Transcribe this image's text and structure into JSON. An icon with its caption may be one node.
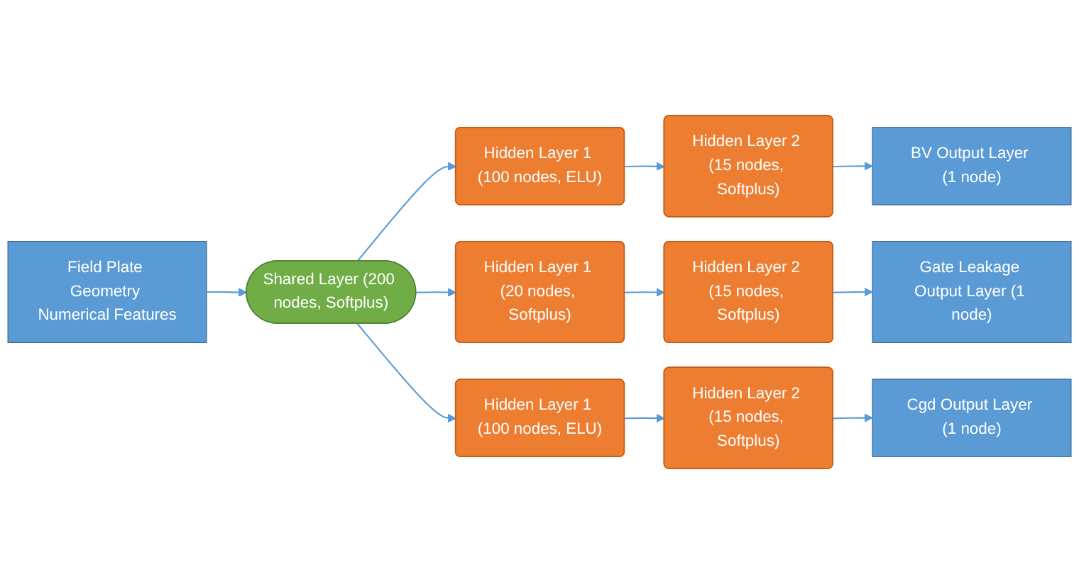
{
  "diagram": {
    "nodes": [
      {
        "text": [
          "Field Plate Geometry Numerical Features"
        ]
      },
      {
        "text": [
          "Shared Layer (200 nodes, Softplus)"
        ]
      },
      {
        "text": [
          "Hidden Layer 1 (100 nodes, ELU)"
        ]
      },
      {
        "text": [
          "Hidden Layer 2 (15 nodes, Softplus)"
        ]
      },
      {
        "text": [
          "BV Output Layer (1 node)"
        ]
      },
      {
        "text": [
          "Hidden Layer 1 (20 nodes, Softplus)"
        ]
      },
      {
        "text": [
          "Hidden Layer 2 (15 nodes, Softplus)"
        ]
      },
      {
        "text": [
          "Gate Leakage Output Layer (1 node)"
        ]
      },
      {
        "text": [
          "Hidden Layer 1 (100 nodes, ELU)"
        ]
      },
      {
        "text": [
          "Hidden Layer 2 (15 nodes, Softplus)"
        ]
      },
      {
        "text": [
          "Cgd Output Layer (1 node)"
        ]
      }
    ],
    "edges": [
      {
        "from": 0,
        "to": 1,
        "arrow": "to"
      },
      {
        "from": 1,
        "to": 2,
        "arrow": "to"
      },
      {
        "from": 1,
        "to": 5,
        "arrow": "to"
      },
      {
        "from": 1,
        "to": 8,
        "arrow": "to"
      },
      {
        "from": 2,
        "to": 3,
        "arrow": "to"
      },
      {
        "from": 3,
        "to": 4,
        "arrow": "to"
      },
      {
        "from": 5,
        "to": 6,
        "arrow": "to"
      },
      {
        "from": 6,
        "to": 7,
        "arrow": "to"
      },
      {
        "from": 8,
        "to": 9,
        "arrow": "to"
      },
      {
        "from": 9,
        "to": 10,
        "arrow": "to"
      }
    ]
  }
}
